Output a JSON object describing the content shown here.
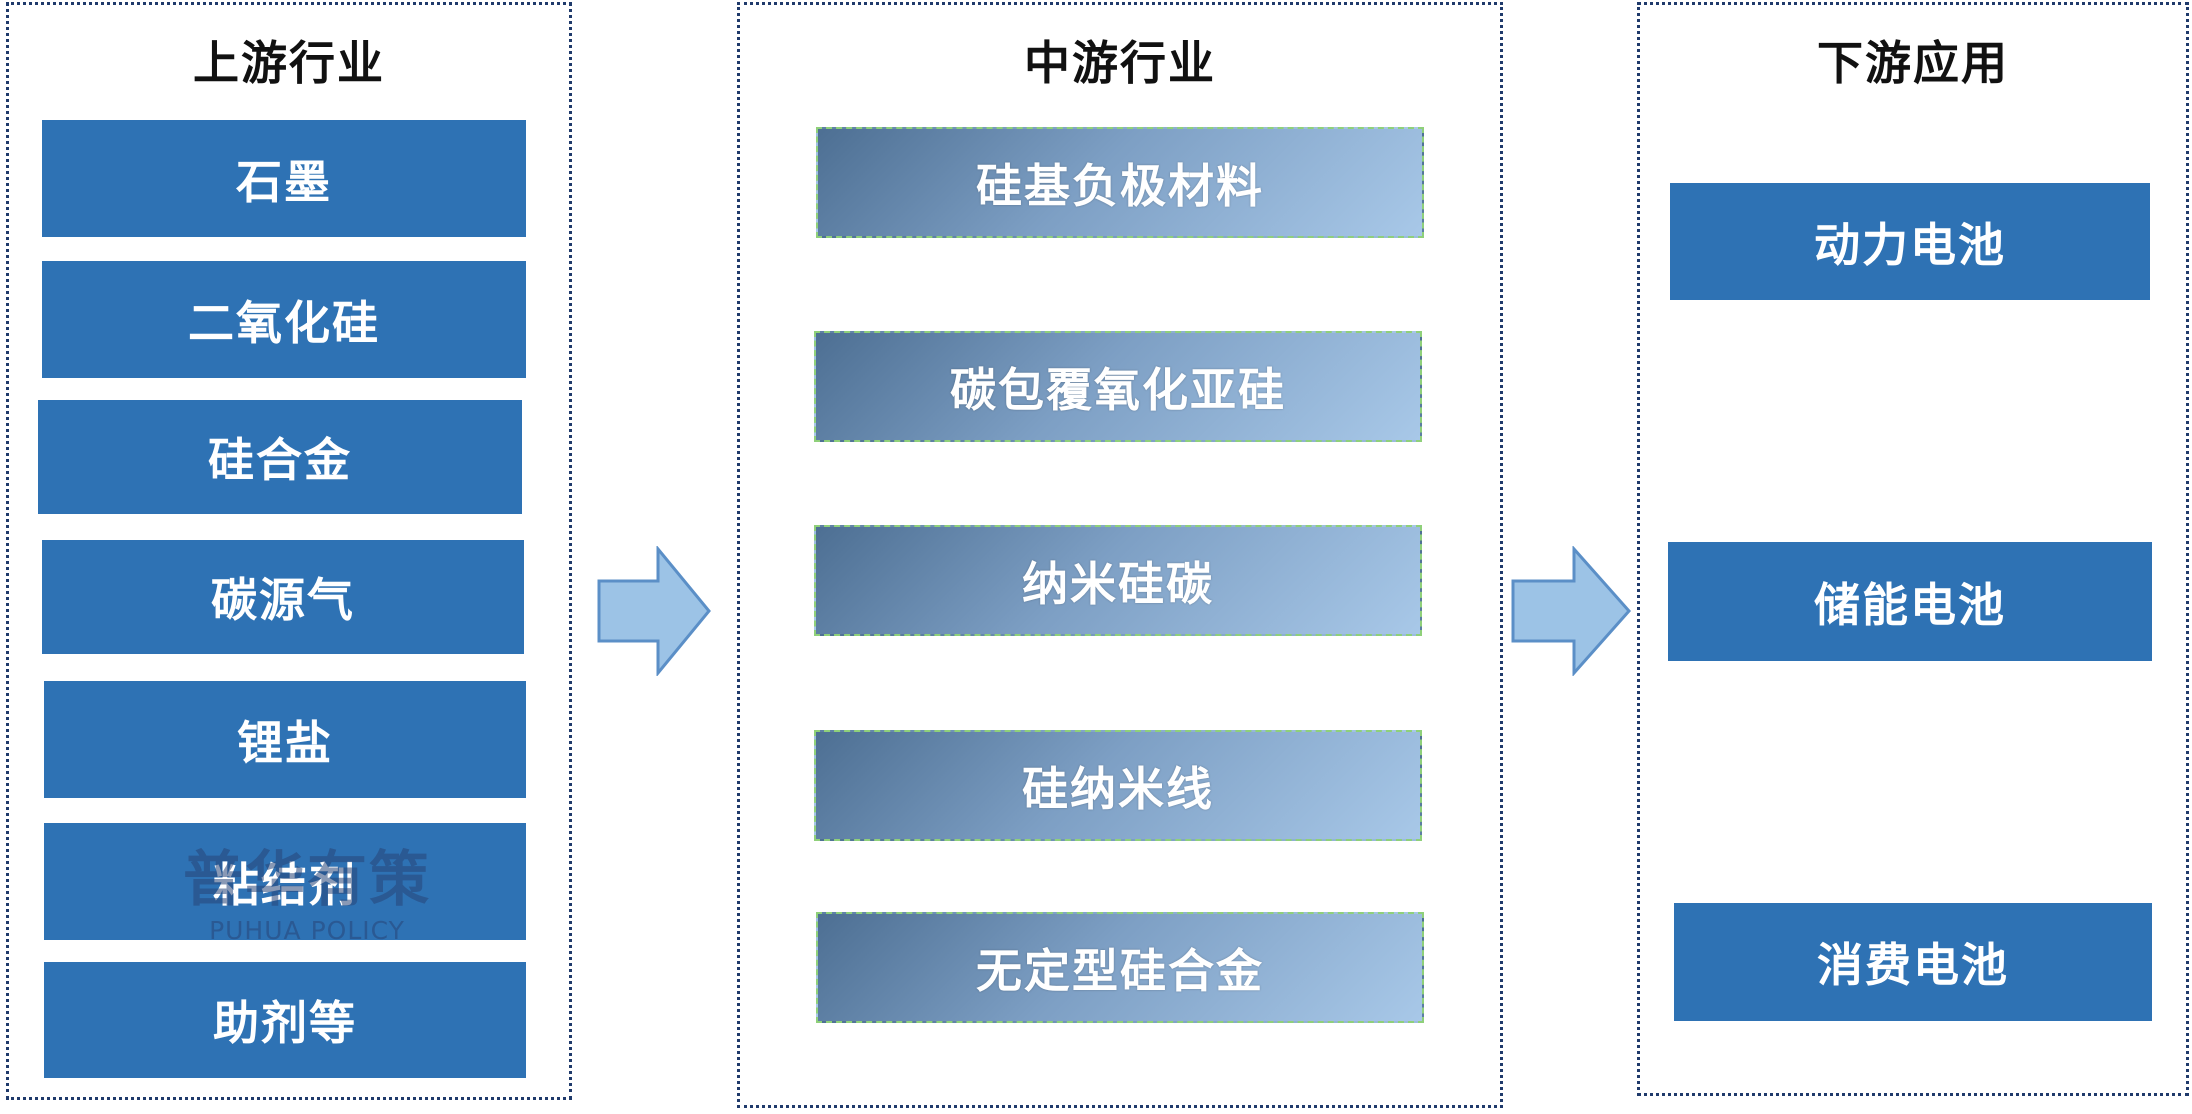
{
  "upstream": {
    "title": "上游行业",
    "items": [
      "石墨",
      "二氧化硅",
      "硅合金",
      "碳源气",
      "锂盐",
      "粘结剂",
      "助剂等"
    ]
  },
  "midstream": {
    "title": "中游行业",
    "items": [
      "硅基负极材料",
      "碳包覆氧化亚硅",
      "纳米硅碳",
      "硅纳米线",
      "无定型硅合金"
    ]
  },
  "downstream": {
    "title": "下游应用",
    "items": [
      "动力电池",
      "储能电池",
      "消费电池"
    ]
  },
  "watermark": {
    "cn": "普华有策",
    "en": "PUHUA POLICY"
  },
  "colors": {
    "solid_box": "#2e72b4",
    "arrow_fill": "#9cc3e6",
    "arrow_stroke": "#5b8fc7",
    "panel_border": "#1f3a6b"
  }
}
